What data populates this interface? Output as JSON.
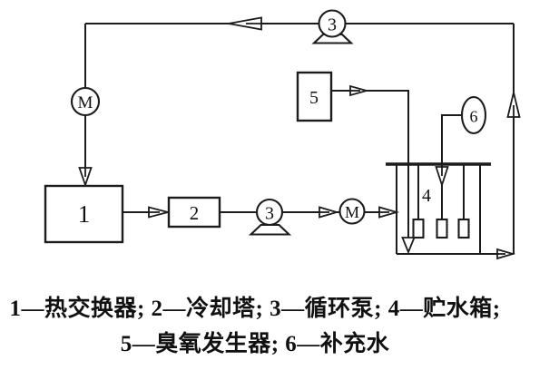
{
  "diagram": {
    "component_labels": {
      "heat_exchanger": "1",
      "cooling_tower": "2",
      "circulation_pump_top": "3",
      "circulation_pump_bottom": "3",
      "storage_tank": "4",
      "ozone_generator": "5",
      "makeup_water": "6",
      "motor_left": "M",
      "motor_bottom": "M"
    },
    "caption": {
      "line1": "1—热交换器; 2—冷却塔; 3—循环泵; 4—贮水箱;",
      "line2": "5—臭氧发生器; 6—补充水"
    },
    "colors": {
      "line": "#1c1c1c",
      "background": "#ffffff"
    }
  }
}
